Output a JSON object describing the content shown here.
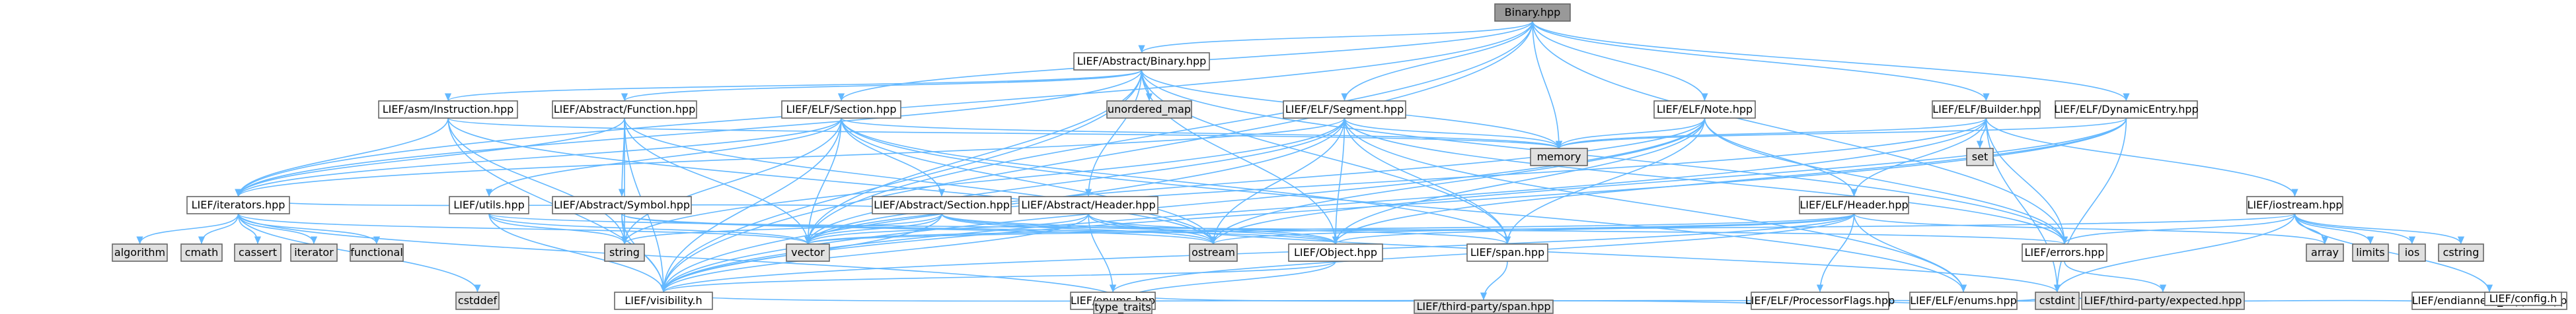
{
  "colors": {
    "root_fill": "#999999",
    "local_fill": "#ffffff",
    "external_fill": "#e0e0e0",
    "node_border": "#666666",
    "edge": "#63b8ff"
  },
  "nodes": [
    {
      "id": "binary_hpp",
      "label": "Binary.hpp",
      "kind": "root"
    },
    {
      "id": "abstract_binary_hpp",
      "label": "LIEF/Abstract/Binary.hpp",
      "kind": "local"
    },
    {
      "id": "asm_instruction_hpp",
      "label": "LIEF/asm/Instruction.hpp",
      "kind": "local"
    },
    {
      "id": "abstract_function_hpp",
      "label": "LIEF/Abstract/Function.hpp",
      "kind": "local"
    },
    {
      "id": "elf_section_hpp",
      "label": "LIEF/ELF/Section.hpp",
      "kind": "local"
    },
    {
      "id": "unordered_map",
      "label": "unordered_map",
      "kind": "external"
    },
    {
      "id": "elf_segment_hpp",
      "label": "LIEF/ELF/Segment.hpp",
      "kind": "local"
    },
    {
      "id": "memory",
      "label": "memory",
      "kind": "external"
    },
    {
      "id": "elf_note_hpp",
      "label": "LIEF/ELF/Note.hpp",
      "kind": "local"
    },
    {
      "id": "elf_builder_hpp",
      "label": "LIEF/ELF/Builder.hpp",
      "kind": "local"
    },
    {
      "id": "elf_dynamicentry_hpp",
      "label": "LIEF/ELF/DynamicEntry.hpp",
      "kind": "local"
    },
    {
      "id": "iterators_hpp",
      "label": "LIEF/iterators.hpp",
      "kind": "local"
    },
    {
      "id": "utils_hpp",
      "label": "LIEF/utils.hpp",
      "kind": "local"
    },
    {
      "id": "abstract_symbol_hpp",
      "label": "LIEF/Abstract/Symbol.hpp",
      "kind": "local"
    },
    {
      "id": "abstract_section_hpp",
      "label": "LIEF/Abstract/Section.hpp",
      "kind": "local"
    },
    {
      "id": "abstract_header_hpp",
      "label": "LIEF/Abstract/Header.hpp",
      "kind": "local"
    },
    {
      "id": "elf_header_hpp",
      "label": "LIEF/ELF/Header.hpp",
      "kind": "local"
    },
    {
      "id": "set",
      "label": "set",
      "kind": "external"
    },
    {
      "id": "iostream_hpp",
      "label": "LIEF/iostream.hpp",
      "kind": "local"
    },
    {
      "id": "algorithm",
      "label": "algorithm",
      "kind": "external"
    },
    {
      "id": "cmath",
      "label": "cmath",
      "kind": "external"
    },
    {
      "id": "cassert",
      "label": "cassert",
      "kind": "external"
    },
    {
      "id": "iterator",
      "label": "iterator",
      "kind": "external"
    },
    {
      "id": "functional",
      "label": "functional",
      "kind": "external"
    },
    {
      "id": "string",
      "label": "string",
      "kind": "external"
    },
    {
      "id": "vector",
      "label": "vector",
      "kind": "external"
    },
    {
      "id": "ostream",
      "label": "ostream",
      "kind": "external"
    },
    {
      "id": "object_hpp",
      "label": "LIEF/Object.hpp",
      "kind": "local"
    },
    {
      "id": "span_hpp",
      "label": "LIEF/span.hpp",
      "kind": "local"
    },
    {
      "id": "elf_processorflags_hpp",
      "label": "LIEF/ELF/ProcessorFlags.hpp",
      "kind": "local"
    },
    {
      "id": "elf_enums_hpp",
      "label": "LIEF/ELF/enums.hpp",
      "kind": "local"
    },
    {
      "id": "errors_hpp",
      "label": "LIEF/errors.hpp",
      "kind": "local"
    },
    {
      "id": "array",
      "label": "array",
      "kind": "external"
    },
    {
      "id": "limits",
      "label": "limits",
      "kind": "external"
    },
    {
      "id": "ios",
      "label": "ios",
      "kind": "external"
    },
    {
      "id": "cstring",
      "label": "cstring",
      "kind": "external"
    },
    {
      "id": "endianness_support_hpp",
      "label": "LIEF/endianness_support.hpp",
      "kind": "local"
    },
    {
      "id": "visibility_h",
      "label": "LIEF/visibility.h",
      "kind": "local"
    },
    {
      "id": "cstddef",
      "label": "cstddef",
      "kind": "external"
    },
    {
      "id": "lief_enums_hpp",
      "label": "LIEF/enums.hpp",
      "kind": "local"
    },
    {
      "id": "third_party_span_hpp",
      "label": "LIEF/third-party/span.hpp",
      "kind": "external"
    },
    {
      "id": "cstdint",
      "label": "cstdint",
      "kind": "external"
    },
    {
      "id": "third_party_expected_hpp",
      "label": "LIEF/third-party/expected.hpp",
      "kind": "external"
    },
    {
      "id": "config_h",
      "label": "LIEF/config.h",
      "kind": "local"
    },
    {
      "id": "type_traits",
      "label": "type_traits",
      "kind": "external"
    }
  ],
  "edges": [
    [
      "binary_hpp",
      "abstract_binary_hpp"
    ],
    [
      "binary_hpp",
      "elf_segment_hpp"
    ],
    [
      "binary_hpp",
      "elf_section_hpp"
    ],
    [
      "binary_hpp",
      "memory"
    ],
    [
      "binary_hpp",
      "elf_note_hpp"
    ],
    [
      "binary_hpp",
      "elf_builder_hpp"
    ],
    [
      "binary_hpp",
      "elf_dynamicentry_hpp"
    ],
    [
      "binary_hpp",
      "iterators_hpp"
    ],
    [
      "binary_hpp",
      "vector"
    ],
    [
      "binary_hpp",
      "visibility_h"
    ],
    [
      "binary_hpp",
      "errors_hpp"
    ],
    [
      "abstract_binary_hpp",
      "asm_instruction_hpp"
    ],
    [
      "abstract_binary_hpp",
      "abstract_function_hpp"
    ],
    [
      "abstract_binary_hpp",
      "unordered_map"
    ],
    [
      "abstract_binary_hpp",
      "memory"
    ],
    [
      "abstract_binary_hpp",
      "abstract_header_hpp"
    ],
    [
      "abstract_binary_hpp",
      "iterators_hpp"
    ],
    [
      "abstract_binary_hpp",
      "object_hpp"
    ],
    [
      "abstract_binary_hpp",
      "span_hpp"
    ],
    [
      "abstract_binary_hpp",
      "errors_hpp"
    ],
    [
      "abstract_binary_hpp",
      "vector"
    ],
    [
      "abstract_binary_hpp",
      "visibility_h"
    ],
    [
      "asm_instruction_hpp",
      "iterators_hpp"
    ],
    [
      "asm_instruction_hpp",
      "visibility_h"
    ],
    [
      "asm_instruction_hpp",
      "ostream"
    ],
    [
      "asm_instruction_hpp",
      "string"
    ],
    [
      "asm_instruction_hpp",
      "memory"
    ],
    [
      "abstract_function_hpp",
      "abstract_symbol_hpp"
    ],
    [
      "abstract_function_hpp",
      "iterators_hpp"
    ],
    [
      "abstract_function_hpp",
      "string"
    ],
    [
      "abstract_function_hpp",
      "vector"
    ],
    [
      "abstract_function_hpp",
      "visibility_h"
    ],
    [
      "abstract_function_hpp",
      "ostream"
    ],
    [
      "elf_section_hpp",
      "utils_hpp"
    ],
    [
      "elf_section_hpp",
      "abstract_section_hpp"
    ],
    [
      "elf_section_hpp",
      "iterators_hpp"
    ],
    [
      "elf_section_hpp",
      "string"
    ],
    [
      "elf_section_hpp",
      "vector"
    ],
    [
      "elf_section_hpp",
      "ostream"
    ],
    [
      "elf_section_hpp",
      "memory"
    ],
    [
      "elf_section_hpp",
      "span_hpp"
    ],
    [
      "elf_section_hpp",
      "visibility_h"
    ],
    [
      "elf_section_hpp",
      "elf_enums_hpp"
    ],
    [
      "elf_segment_hpp",
      "iterators_hpp"
    ],
    [
      "elf_segment_hpp",
      "object_hpp"
    ],
    [
      "elf_segment_hpp",
      "errors_hpp"
    ],
    [
      "elf_segment_hpp",
      "span_hpp"
    ],
    [
      "elf_segment_hpp",
      "string"
    ],
    [
      "elf_segment_hpp",
      "vector"
    ],
    [
      "elf_segment_hpp",
      "ostream"
    ],
    [
      "elf_segment_hpp",
      "memory"
    ],
    [
      "elf_segment_hpp",
      "visibility_h"
    ],
    [
      "elf_segment_hpp",
      "elf_enums_hpp"
    ],
    [
      "elf_note_hpp",
      "memory"
    ],
    [
      "elf_note_hpp",
      "vector"
    ],
    [
      "elf_note_hpp",
      "ostream"
    ],
    [
      "elf_note_hpp",
      "object_hpp"
    ],
    [
      "elf_note_hpp",
      "span_hpp"
    ],
    [
      "elf_note_hpp",
      "errors_hpp"
    ],
    [
      "elf_note_hpp",
      "elf_header_hpp"
    ],
    [
      "elf_note_hpp",
      "visibility_h"
    ],
    [
      "elf_builder_hpp",
      "elf_header_hpp"
    ],
    [
      "elf_builder_hpp",
      "set"
    ],
    [
      "elf_builder_hpp",
      "iostream_hpp"
    ],
    [
      "elf_builder_hpp",
      "memory"
    ],
    [
      "elf_builder_hpp",
      "vector"
    ],
    [
      "elf_builder_hpp",
      "errors_hpp"
    ],
    [
      "elf_builder_hpp",
      "cstdint"
    ],
    [
      "elf_builder_hpp",
      "visibility_h"
    ],
    [
      "elf_dynamicentry_hpp",
      "object_hpp"
    ],
    [
      "elf_dynamicentry_hpp",
      "cstdint"
    ],
    [
      "elf_dynamicentry_hpp",
      "ostream"
    ],
    [
      "elf_dynamicentry_hpp",
      "memory"
    ],
    [
      "elf_dynamicentry_hpp",
      "visibility_h"
    ],
    [
      "iterators_hpp",
      "algorithm"
    ],
    [
      "iterators_hpp",
      "cmath"
    ],
    [
      "iterators_hpp",
      "cassert"
    ],
    [
      "iterators_hpp",
      "iterator"
    ],
    [
      "iterators_hpp",
      "functional"
    ],
    [
      "iterators_hpp",
      "cstddef"
    ],
    [
      "iterators_hpp",
      "type_traits"
    ],
    [
      "iterators_hpp",
      "vector"
    ],
    [
      "utils_hpp",
      "string"
    ],
    [
      "utils_hpp",
      "vector"
    ],
    [
      "utils_hpp",
      "visibility_h"
    ],
    [
      "utils_hpp",
      "errors_hpp"
    ],
    [
      "abstract_symbol_hpp",
      "string"
    ],
    [
      "abstract_symbol_hpp",
      "ostream"
    ],
    [
      "abstract_symbol_hpp",
      "object_hpp"
    ],
    [
      "abstract_symbol_hpp",
      "visibility_h"
    ],
    [
      "abstract_section_hpp",
      "string"
    ],
    [
      "abstract_section_hpp",
      "vector"
    ],
    [
      "abstract_section_hpp",
      "ostream"
    ],
    [
      "abstract_section_hpp",
      "object_hpp"
    ],
    [
      "abstract_section_hpp",
      "span_hpp"
    ],
    [
      "abstract_section_hpp",
      "iterators_hpp"
    ],
    [
      "abstract_section_hpp",
      "visibility_h"
    ],
    [
      "abstract_header_hpp",
      "ostream"
    ],
    [
      "abstract_header_hpp",
      "cstdint"
    ],
    [
      "abstract_header_hpp",
      "vector"
    ],
    [
      "abstract_header_hpp",
      "object_hpp"
    ],
    [
      "abstract_header_hpp",
      "visibility_h"
    ],
    [
      "abstract_header_hpp",
      "lief_enums_hpp"
    ],
    [
      "elf_header_hpp",
      "ostream"
    ],
    [
      "elf_header_hpp",
      "array"
    ],
    [
      "elf_header_hpp",
      "vector"
    ],
    [
      "elf_header_hpp",
      "object_hpp"
    ],
    [
      "elf_header_hpp",
      "visibility_h"
    ],
    [
      "elf_header_hpp",
      "elf_enums_hpp"
    ],
    [
      "elf_header_hpp",
      "elf_processorflags_hpp"
    ],
    [
      "elf_header_hpp",
      "lief_enums_hpp"
    ],
    [
      "iostream_hpp",
      "limits"
    ],
    [
      "iostream_hpp",
      "ios"
    ],
    [
      "iostream_hpp",
      "cstdint"
    ],
    [
      "iostream_hpp",
      "cstring"
    ],
    [
      "iostream_hpp",
      "vector"
    ],
    [
      "iostream_hpp",
      "errors_hpp"
    ],
    [
      "iostream_hpp",
      "endianness_support_hpp"
    ],
    [
      "iostream_hpp",
      "array"
    ],
    [
      "object_hpp",
      "visibility_h"
    ],
    [
      "object_hpp",
      "type_traits"
    ],
    [
      "span_hpp",
      "third_party_span_hpp"
    ],
    [
      "elf_processorflags_hpp",
      "cstdint"
    ],
    [
      "elf_processorflags_hpp",
      "visibility_h"
    ],
    [
      "elf_enums_hpp",
      "lief_enums_hpp"
    ],
    [
      "elf_enums_hpp",
      "cstdint"
    ],
    [
      "errors_hpp",
      "third_party_expected_hpp"
    ],
    [
      "endianness_support_hpp",
      "cstdint"
    ],
    [
      "endianness_support_hpp",
      "config_h"
    ],
    [
      "lief_enums_hpp",
      "type_traits"
    ]
  ]
}
